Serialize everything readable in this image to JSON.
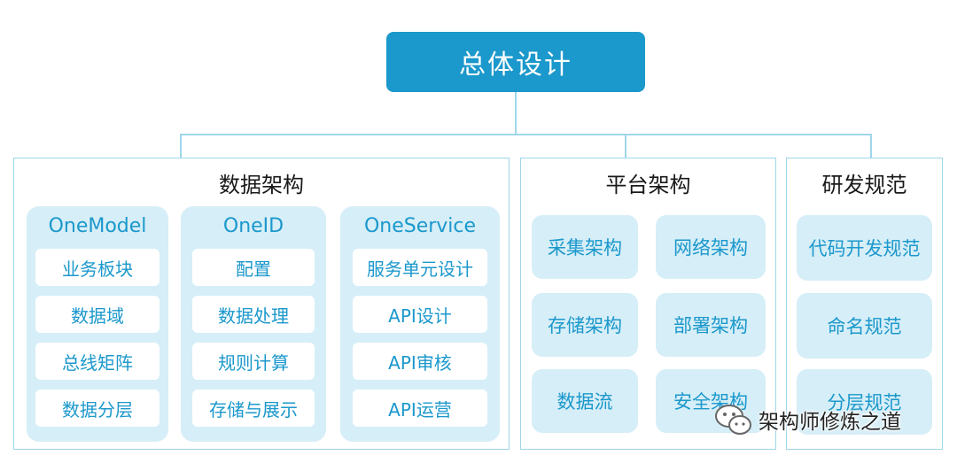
{
  "root": {
    "label": "总体设计"
  },
  "sections": [
    {
      "title": "数据架构",
      "groups": [
        {
          "title": "OneModel",
          "items": [
            "业务板块",
            "数据域",
            "总线矩阵",
            "数据分层"
          ]
        },
        {
          "title": "OneID",
          "items": [
            "配置",
            "数据处理",
            "规则计算",
            "存储与展示"
          ]
        },
        {
          "title": "OneService",
          "items": [
            "服务单元设计",
            "API设计",
            "API审核",
            "API运营"
          ]
        }
      ]
    },
    {
      "title": "平台架构",
      "cards": [
        "采集架构",
        "网络架构",
        "存储架构",
        "部署架构",
        "数据流",
        "安全架构"
      ]
    },
    {
      "title": "研发规范",
      "cards": [
        "代码开发规范",
        "命名规范",
        "分层规范"
      ]
    }
  ],
  "watermark": {
    "text": "架构师修炼之道",
    "icon": "wechat-icon"
  },
  "colors": {
    "primary": "#1b98cc",
    "light_fill": "#d6eef7",
    "border": "#9fd6ea"
  }
}
